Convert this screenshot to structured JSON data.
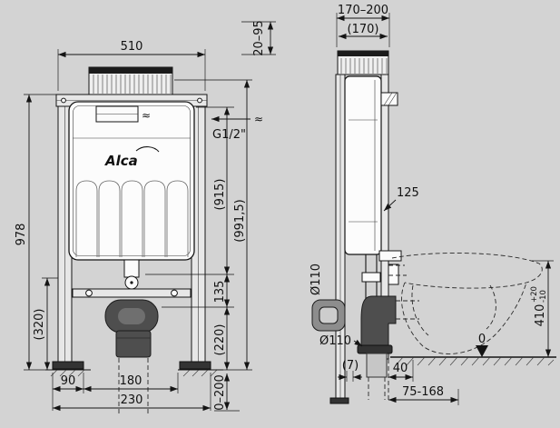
{
  "canvas": {
    "background": "#d3d3d3",
    "line_color": "#141414",
    "pipe_color": "#4e4e4e"
  },
  "front_view": {
    "logo": "Alca",
    "water_symbol": "≈",
    "supply_symbol": "≈",
    "dims": {
      "width": "510",
      "height": "978",
      "lower_height": "(320)",
      "plate_height": "(915)",
      "total_height": "(991,5)",
      "bracket": "135",
      "outlet_height": "(220)",
      "foot_adjust": "0–200",
      "foot_offset": "90",
      "bolt_spacing": "180",
      "base_width": "230",
      "wall_depth_adjust": "20–95",
      "supply_thread": "G1/2\""
    }
  },
  "side_view": {
    "dims": {
      "depth_range": "170–200",
      "depth_ref": "(170)",
      "frame_depth": "125",
      "waste_dia": "Ø110",
      "waste_outlet_dia": "Ø110",
      "base_gap": "(7)",
      "outlet_offset": "40",
      "outlet_range": "75-168",
      "rim_height": "410",
      "rim_tol_plus": "+20",
      "rim_tol_minus": "-10",
      "floor_datum": "0"
    }
  }
}
